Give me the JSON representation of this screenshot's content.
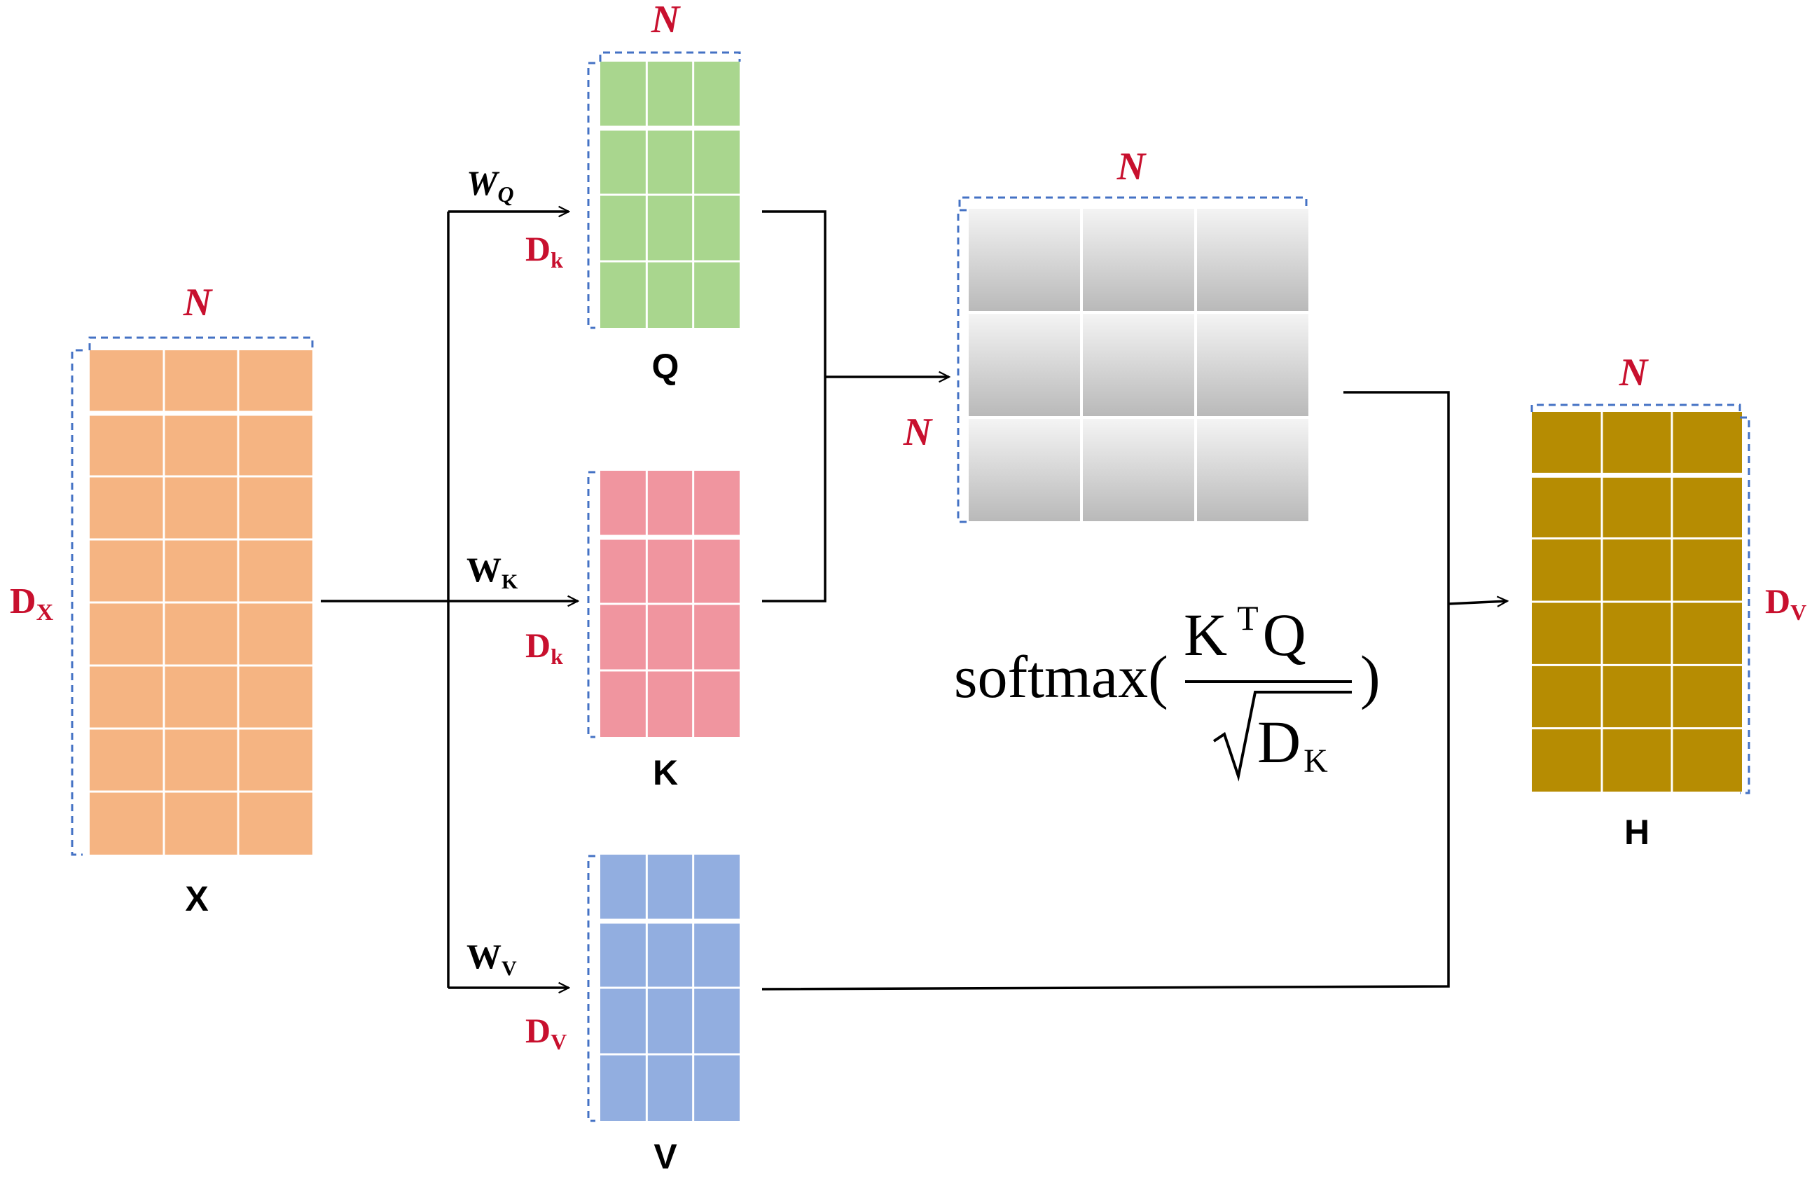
{
  "matrices": {
    "x": {
      "name": "X",
      "color": "#f5b482",
      "rows_dim": "D",
      "rows_sub": "X",
      "cols_dim": "N"
    },
    "q": {
      "name": "Q",
      "color": "#a9d68e",
      "rows_dim": "D",
      "rows_sub": "k",
      "cols_dim": "N",
      "weight": "W",
      "weight_sub": "Q"
    },
    "k": {
      "name": "K",
      "color": "#f0959f",
      "rows_dim": "D",
      "rows_sub": "k",
      "weight": "W",
      "weight_sub": "K"
    },
    "v": {
      "name": "V",
      "color": "#92aee0",
      "rows_dim": "D",
      "rows_sub": "V",
      "weight": "W",
      "weight_sub": "V"
    },
    "attention": {
      "rows_dim": "N",
      "cols_dim": "N"
    },
    "h": {
      "name": "H",
      "color": "#b68c02",
      "rows_dim": "D",
      "rows_sub": "V",
      "cols_dim": "N"
    }
  },
  "formula": {
    "func": "softmax(",
    "numerator": "K",
    "numerator_sup": "T",
    "numerator_tail": "Q",
    "denominator": "D",
    "denominator_sub": "K",
    "close": ")"
  }
}
